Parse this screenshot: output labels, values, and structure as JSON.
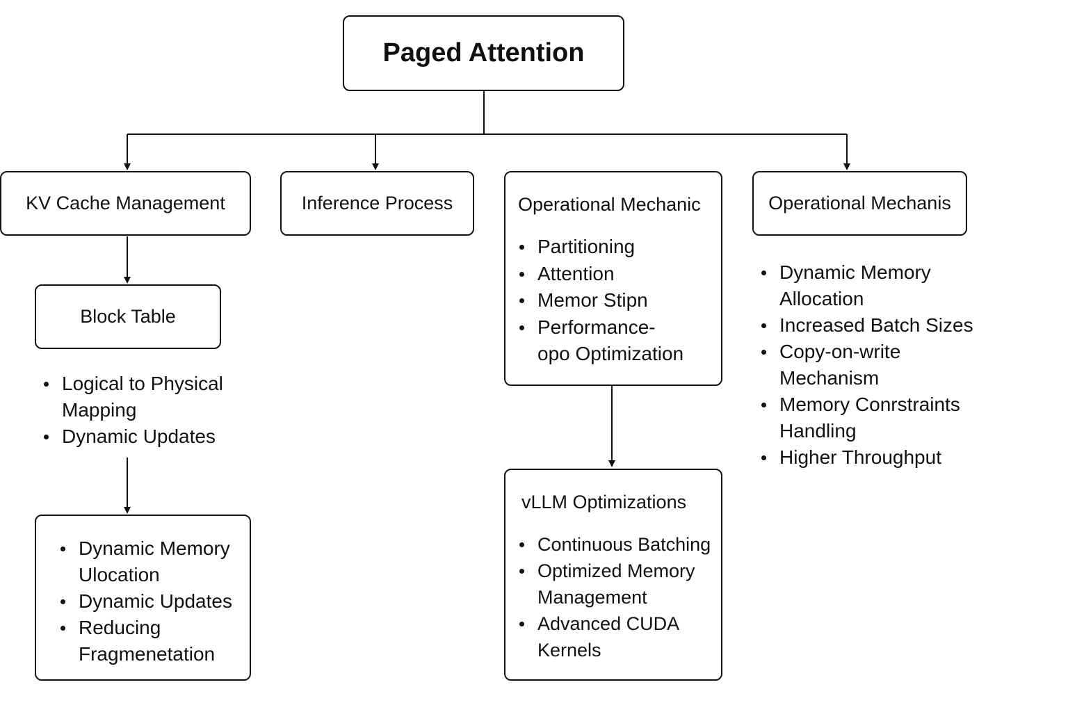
{
  "root": {
    "title": "Paged Attention"
  },
  "kv_cache": {
    "title": "KV Cache Management"
  },
  "inference": {
    "title": "Inference Process"
  },
  "op_mechanic": {
    "title": "Operational Mechanic",
    "items": [
      "Partitioning",
      "Attention",
      "Memor Stipn",
      "Performance-opo Optimization"
    ]
  },
  "op_mechanis": {
    "title": "Operational Mechanis",
    "items": [
      "Dynamic Memory Allocation",
      "Increased Batch Sizes",
      "Copy-on-write Mechanism",
      "Memory Conrstraints Handling",
      "Higher Throughput"
    ]
  },
  "block_table": {
    "title": "Block Table",
    "items": [
      "Logical to Physical Mapping",
      "Dynamic Updates"
    ]
  },
  "memory_box": {
    "items": [
      "Dynamic Memory Ulocation",
      "Dynamic Updates",
      "Reducing Fragmenetation"
    ]
  },
  "vllm": {
    "title": "vLLM Optimizations",
    "items": [
      "Continuous Batching",
      "Optimized Memory Management",
      "Advanced CUDA Kernels"
    ]
  }
}
